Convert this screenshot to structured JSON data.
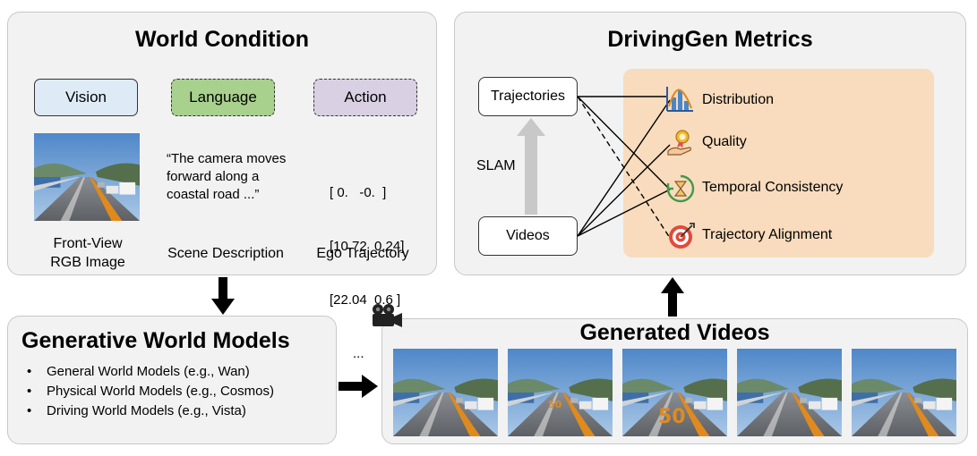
{
  "world_condition": {
    "title": "World Condition",
    "modalities": [
      {
        "label": "Vision",
        "fill": "#deebf7",
        "caption": "Front-View\nRGB Image"
      },
      {
        "label": "Language",
        "fill": "#a9d18e",
        "caption": "Scene Description"
      },
      {
        "label": "Action",
        "fill": "#d9d0e3",
        "caption": "Ego Trajectory"
      }
    ],
    "scene_quote": [
      "“The camera moves",
      "forward along a",
      "coastal road ...”"
    ],
    "trajectory_rows": [
      "[ 0.   -0.  ]",
      "[10.72  0.24]",
      "[22.04  0.6 ]",
      "..."
    ]
  },
  "generative_models": {
    "title": "Generative World Models",
    "items": [
      "General World Models (e.g., Wan)",
      "Physical World Models (e.g., Cosmos)",
      "Driving World Models (e.g., Vista)"
    ]
  },
  "generated_videos": {
    "title": "Generated Videos",
    "camera_icon": "movie-camera-icon",
    "road_marking": "50"
  },
  "metrics": {
    "title": "DrivingGen Metrics",
    "trajectories_label": "Trajectories",
    "videos_label": "Videos",
    "slam_label": "SLAM",
    "items": [
      {
        "label": "Distribution",
        "icon": "distribution-chart-icon"
      },
      {
        "label": "Quality",
        "icon": "quality-award-icon"
      },
      {
        "label": "Temporal Consistency",
        "icon": "temporal-hourglass-icon"
      },
      {
        "label": "Trajectory Alignment",
        "icon": "target-icon"
      }
    ]
  },
  "colors": {
    "panel_bg": "#f2f2f2",
    "metrics_highlight": "#f8dcbd",
    "arrow": "#000000",
    "slam_arrow": "#c8c8c8"
  }
}
